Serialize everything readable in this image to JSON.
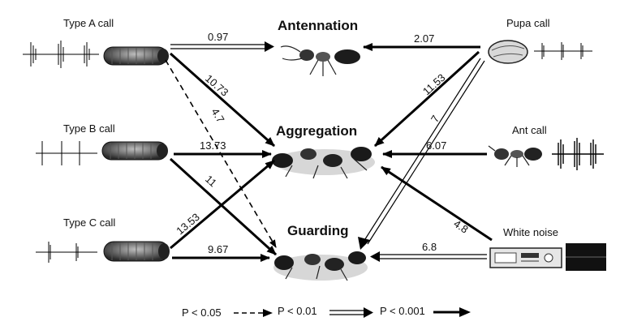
{
  "sources": {
    "type_a": "Type A call",
    "type_b": "Type B call",
    "type_c": "Type C call",
    "pupa": "Pupa call",
    "ant": "Ant call",
    "noise": "White noise"
  },
  "behaviours": {
    "antennation": "Antennation",
    "aggregation": "Aggregation",
    "guarding": "Guarding"
  },
  "edges": [
    {
      "from": "Type A call",
      "to": "Antennation",
      "value": "0.97",
      "significance": "P < 0.01"
    },
    {
      "from": "Type A call",
      "to": "Aggregation",
      "value": "10.73",
      "significance": "P < 0.001"
    },
    {
      "from": "Type A call",
      "to": "Guarding",
      "value": "4.7",
      "significance": "P < 0.05"
    },
    {
      "from": "Type B call",
      "to": "Aggregation",
      "value": "13.73",
      "significance": "P < 0.001"
    },
    {
      "from": "Type B call",
      "to": "Guarding",
      "value": "11",
      "significance": "P < 0.001"
    },
    {
      "from": "Type C call",
      "to": "Aggregation",
      "value": "13.53",
      "significance": "P < 0.001"
    },
    {
      "from": "Type C call",
      "to": "Guarding",
      "value": "9.67",
      "significance": "P < 0.001"
    },
    {
      "from": "Pupa call",
      "to": "Antennation",
      "value": "2.07",
      "significance": "P < 0.001"
    },
    {
      "from": "Pupa call",
      "to": "Aggregation",
      "value": "11.53",
      "significance": "P < 0.001"
    },
    {
      "from": "Pupa call",
      "to": "Guarding",
      "value": "7",
      "significance": "P < 0.01"
    },
    {
      "from": "Ant call",
      "to": "Aggregation",
      "value": "6.07",
      "significance": "P < 0.001"
    },
    {
      "from": "White noise",
      "to": "Aggregation",
      "value": "4.8",
      "significance": "P < 0.001"
    },
    {
      "from": "White noise",
      "to": "Guarding",
      "value": "6.8",
      "significance": "P < 0.01"
    }
  ],
  "legend": {
    "p05": "P < 0.05",
    "p01": "P < 0.01",
    "p001": "P < 0.001"
  },
  "icons": {
    "caterpillar": "caterpillar-icon",
    "pupa": "pupa-icon",
    "ant": "ant-icon",
    "stereo": "stereo-icon",
    "waveform": "waveform-icon"
  }
}
